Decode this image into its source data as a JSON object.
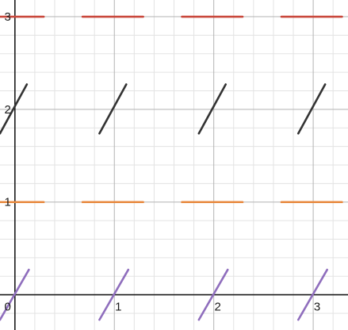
{
  "chart_data": {
    "type": "line",
    "title": "",
    "xlabel": "",
    "ylabel": "",
    "xlim": [
      -0.15,
      3.35
    ],
    "ylim": [
      -0.38,
      3.18
    ],
    "grid": true,
    "minor_grid_step": 0.2,
    "major_grid_step": 1,
    "x_ticks": [
      {
        "value": 0,
        "label": "0"
      },
      {
        "value": 1,
        "label": "1"
      },
      {
        "value": 2,
        "label": "2"
      },
      {
        "value": 3,
        "label": "3"
      }
    ],
    "y_ticks": [
      {
        "value": 1,
        "label": "1"
      },
      {
        "value": 2,
        "label": "2"
      },
      {
        "value": 3,
        "label": "3"
      }
    ],
    "series": [
      {
        "color": "#8f6ebd",
        "segments": [
          [
            [
              -0.15,
              -0.27
            ],
            [
              0.14,
              0.27
            ]
          ],
          [
            [
              0.85,
              -0.27
            ],
            [
              1.14,
              0.27
            ]
          ],
          [
            [
              1.85,
              -0.27
            ],
            [
              2.14,
              0.27
            ]
          ],
          [
            [
              2.85,
              -0.27
            ],
            [
              3.14,
              0.27
            ]
          ]
        ]
      },
      {
        "color": "#e8893f",
        "segments": [
          [
            [
              -0.32,
              1
            ],
            [
              0.29,
              1
            ]
          ],
          [
            [
              0.68,
              1
            ],
            [
              1.29,
              1
            ]
          ],
          [
            [
              1.68,
              1
            ],
            [
              2.29,
              1
            ]
          ],
          [
            [
              2.68,
              1
            ],
            [
              3.29,
              1
            ]
          ]
        ]
      },
      {
        "color": "#333333",
        "segments": [
          [
            [
              -0.15,
              1.74
            ],
            [
              0.12,
              2.27
            ]
          ],
          [
            [
              0.85,
              1.74
            ],
            [
              1.12,
              2.27
            ]
          ],
          [
            [
              1.85,
              1.74
            ],
            [
              2.12,
              2.27
            ]
          ],
          [
            [
              2.85,
              1.74
            ],
            [
              3.12,
              2.27
            ]
          ]
        ]
      },
      {
        "color": "#c9483c",
        "segments": [
          [
            [
              -0.32,
              3
            ],
            [
              0.29,
              3
            ]
          ],
          [
            [
              0.68,
              3
            ],
            [
              1.29,
              3
            ]
          ],
          [
            [
              1.68,
              3
            ],
            [
              2.29,
              3
            ]
          ],
          [
            [
              2.68,
              3
            ],
            [
              3.29,
              3
            ]
          ]
        ]
      }
    ]
  }
}
